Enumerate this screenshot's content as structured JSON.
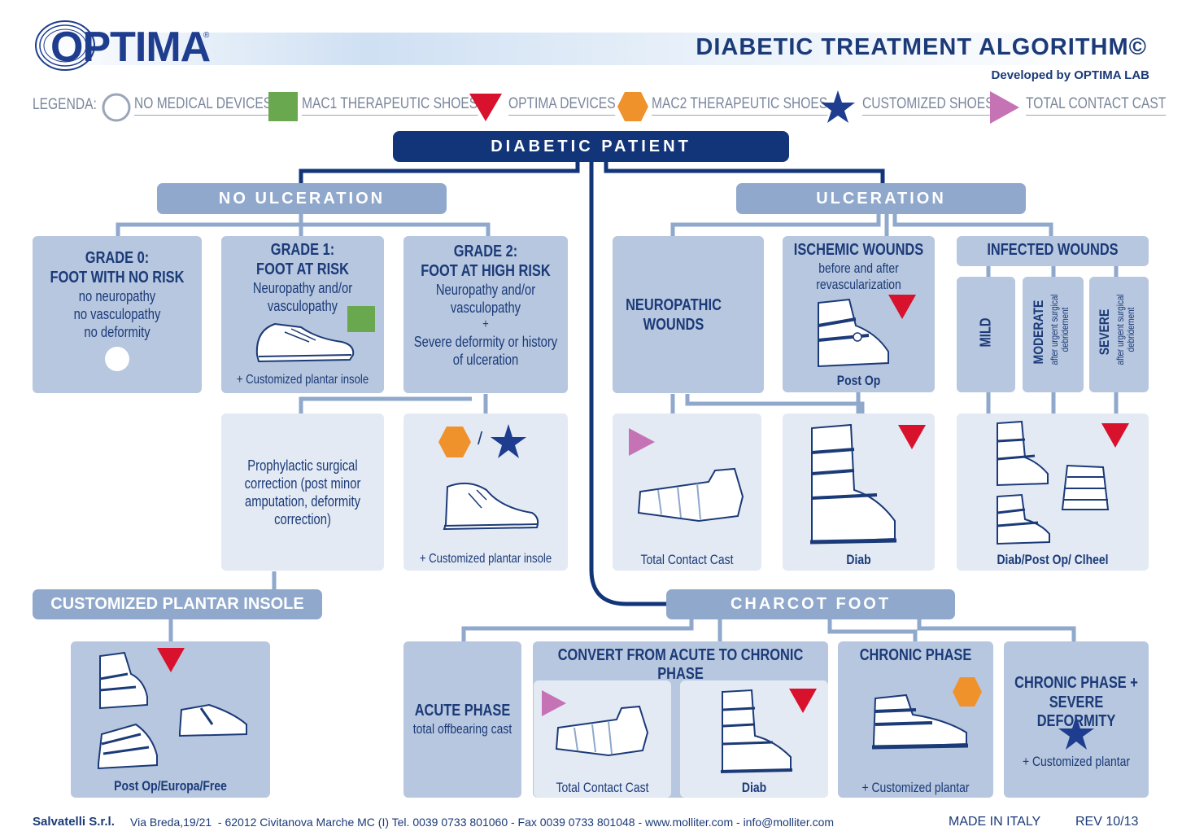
{
  "header": {
    "logo": "OPTIMA",
    "logo_mark": "®",
    "title": "DIABETIC TREATMENT ALGORITHM©",
    "subtitle": "Developed by OPTIMA LAB"
  },
  "legend": {
    "label": "LEGENDA:",
    "items": [
      {
        "symbol": "circle",
        "label": "NO MEDICAL DEVICES"
      },
      {
        "symbol": "square",
        "color": "#6aa84f",
        "label": "MAC1 THERAPEUTIC SHOES"
      },
      {
        "symbol": "triangle-down",
        "color": "#d8112d",
        "label": "OPTIMA DEVICES"
      },
      {
        "symbol": "hexagon",
        "color": "#f0922c",
        "label": "MAC2 THERAPEUTIC SHOES"
      },
      {
        "symbol": "star",
        "color": "#1e3d8f",
        "label": "CUSTOMIZED SHOES"
      },
      {
        "symbol": "triangle-right",
        "color": "#c673b5",
        "label": "TOTAL CONTACT CAST"
      }
    ]
  },
  "root": "DIABETIC PATIENT",
  "no_ulceration": {
    "title": "NO ULCERATION",
    "grade0": {
      "title1": "GRADE 0:",
      "title2": "FOOT WITH NO RISK",
      "l1": "no neuropathy",
      "l2": "no vasculopathy",
      "l3": "no deformity"
    },
    "grade1": {
      "title1": "GRADE 1:",
      "title2": "FOOT AT RISK",
      "l1": "Neuropathy and/or",
      "l2": "vasculopathy",
      "caption": "+ Customized plantar insole"
    },
    "grade2": {
      "title1": "GRADE 2:",
      "title2": "FOOT AT HIGH RISK",
      "l1": "Neuropathy and/or",
      "l2": "vasculopathy",
      "plus": "+",
      "l3": "Severe deformity or history",
      "l4": "of ulceration"
    },
    "prophylactic": {
      "l1": "Prophylactic surgical",
      "l2": "correction (post minor",
      "l3": "amputation, deformity",
      "l4": "correction)"
    },
    "mac2": {
      "slash": "/",
      "caption": "+ Customized plantar insole"
    },
    "insole": {
      "title": "CUSTOMIZED PLANTAR INSOLE",
      "caption": "Post Op/Europa/Free"
    }
  },
  "ulceration": {
    "title": "ULCERATION",
    "neuropathic": {
      "l1": "NEUROPATHIC",
      "l2": "WOUNDS",
      "caption": "Total Contact Cast"
    },
    "ischemic": {
      "title": "ISCHEMIC WOUNDS",
      "l1": "before and after",
      "l2": "revascularization",
      "caption": "Post Op"
    },
    "diab_caption": "Diab",
    "infected": {
      "title": "INFECTED WOUNDS",
      "mild": "MILD",
      "moderate": "MODERATE",
      "moderate_sub1": "after urgent surgical",
      "moderate_sub2": "debridement",
      "severe": "SEVERE",
      "severe_sub1": "after urgent surgical",
      "severe_sub2": "debridement",
      "caption": "Diab/Post Op/ Clheel"
    }
  },
  "charcot": {
    "title": "CHARCOT FOOT",
    "acute": {
      "title": "ACUTE PHASE",
      "sub": "total offbearing cast"
    },
    "convert": {
      "title": "CONVERT FROM ACUTE TO CHRONIC PHASE",
      "tcc": "Total Contact Cast",
      "diab": "Diab"
    },
    "chronic": {
      "title": "CHRONIC PHASE",
      "caption": "+ Customized plantar"
    },
    "chronic_severe": {
      "title1": "CHRONIC PHASE +",
      "title2": "SEVERE DEFORMITY",
      "caption": "+ Customized plantar"
    }
  },
  "footer": {
    "company": "Salvatelli S.r.l.",
    "address": "Via Breda,19/21  - 62012 Civitanova Marche MC (I) Tel. 0039 0733 801060 - Fax 0039 0733 801048 - www.molliter.com - info@molliter.com",
    "made": "MADE IN ITALY",
    "rev": "REV 10/13"
  }
}
